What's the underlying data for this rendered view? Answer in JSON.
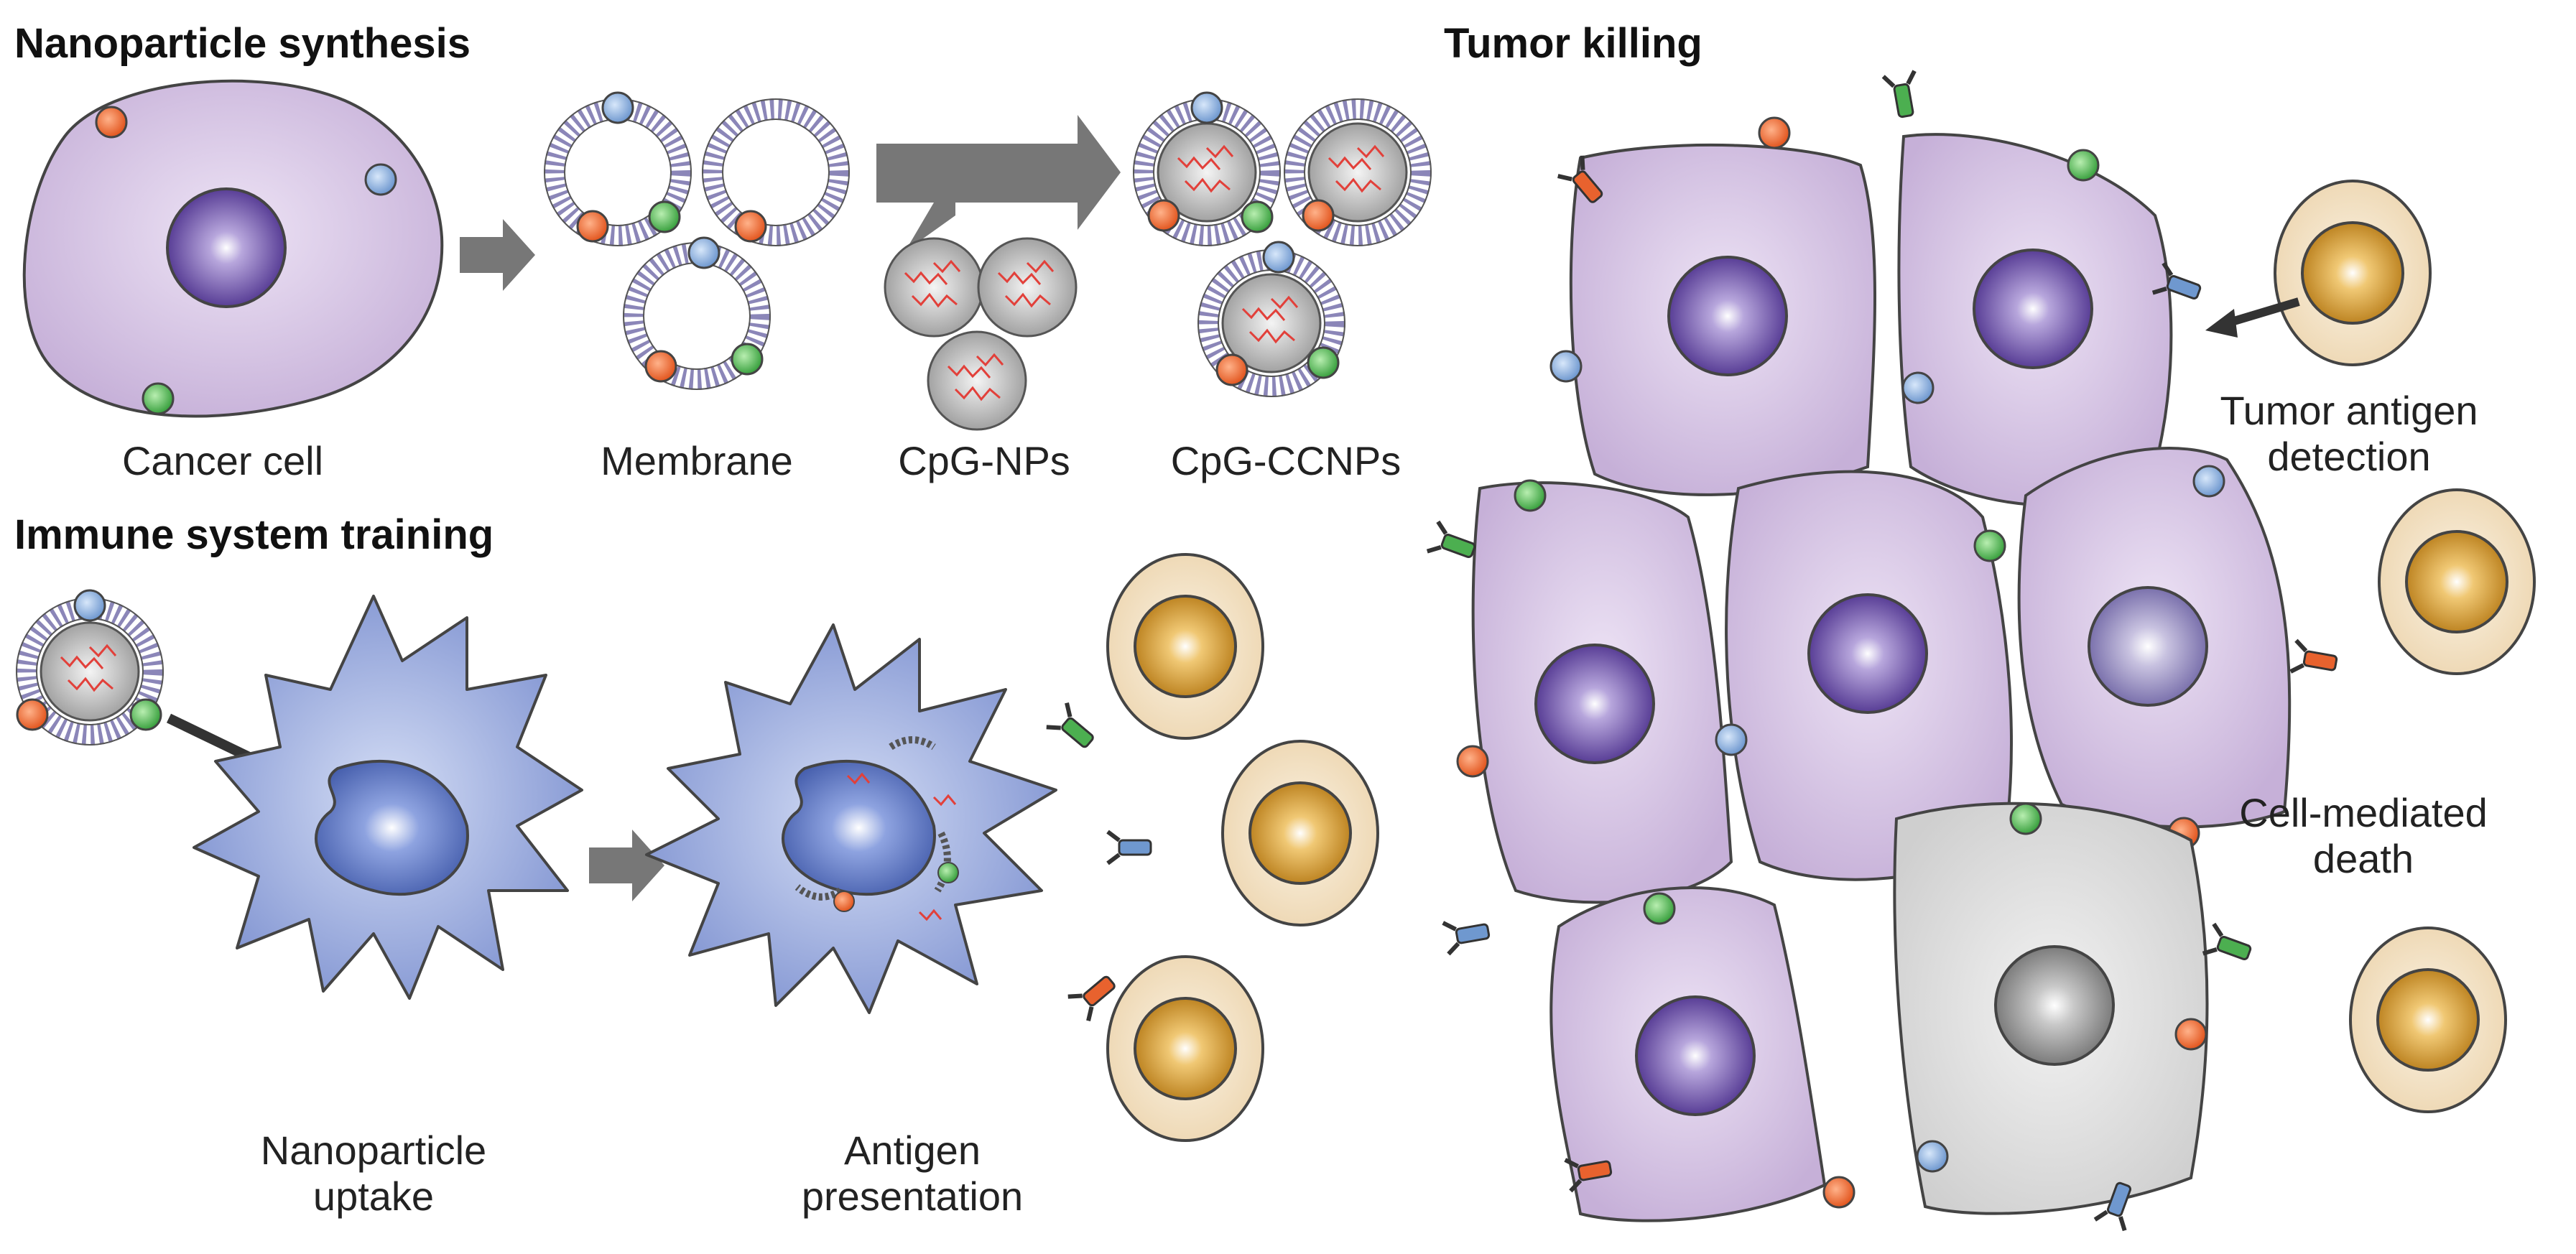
{
  "sections": {
    "synthesis": "Nanoparticle synthesis",
    "training": "Immune system training",
    "killing": "Tumor killing"
  },
  "labels": {
    "cancer_cell": "Cancer cell",
    "membrane": "Membrane",
    "cpg_nps": "CpG-NPs",
    "cpg_ccnps": "CpG-CCNPs",
    "uptake_1": "Nanoparticle",
    "uptake_2": "uptake",
    "antigen_1": "Antigen",
    "antigen_2": "presentation",
    "detection_1": "Tumor antigen",
    "detection_2": "detection",
    "death_1": "Cell-mediated",
    "death_2": "death"
  },
  "colors": {
    "cancer_cell": "#c8b3d9",
    "nucleus": "#6a4fa0",
    "dendritic_cell": "#8fa3d8",
    "t_cell": "#f1dfc1",
    "t_cell_nucleus": "#d49a34",
    "dead_cell": "#dcdcdc",
    "antigen_orange": "#e8622e",
    "antigen_blue": "#7fa8d8",
    "antigen_green": "#4caf50",
    "cpg_strand": "#e2403a",
    "arrow": "#777777"
  }
}
